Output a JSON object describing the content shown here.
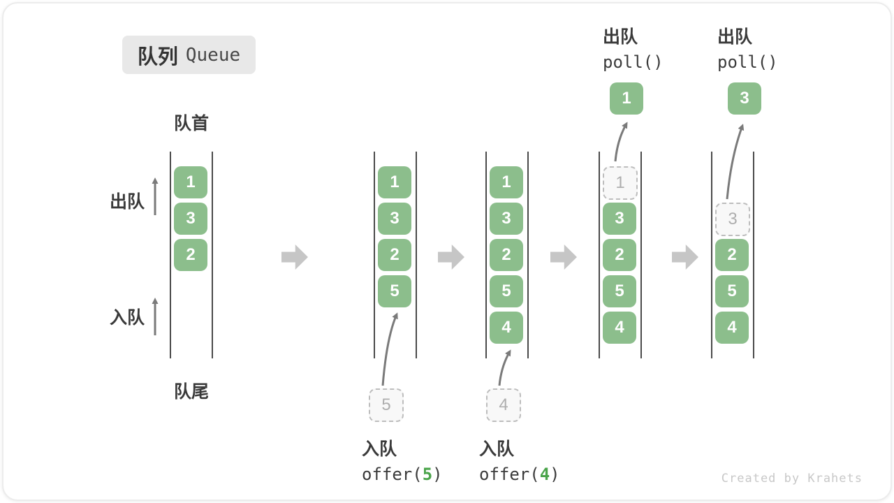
{
  "title": {
    "zh": "队列",
    "en": "Queue"
  },
  "side_labels": {
    "front": "队首",
    "rear": "队尾",
    "dequeue": "出队",
    "enqueue": "入队"
  },
  "dequeue_ops": [
    {
      "zh": "出队",
      "code": "poll()",
      "result": "1"
    },
    {
      "zh": "出队",
      "code": "poll()",
      "result": "3"
    }
  ],
  "enqueue_ops": [
    {
      "zh": "入队",
      "fn": "offer(",
      "arg": "5",
      "close": ")"
    },
    {
      "zh": "入队",
      "fn": "offer(",
      "arg": "4",
      "close": ")"
    }
  ],
  "states": [
    {
      "cells": [
        {
          "slot": 0,
          "value": "1",
          "variant": "solid"
        },
        {
          "slot": 1,
          "value": "3",
          "variant": "solid"
        },
        {
          "slot": 2,
          "value": "2",
          "variant": "solid"
        }
      ]
    },
    {
      "cells": [
        {
          "slot": 0,
          "value": "1",
          "variant": "solid"
        },
        {
          "slot": 1,
          "value": "3",
          "variant": "solid"
        },
        {
          "slot": 2,
          "value": "2",
          "variant": "solid"
        },
        {
          "slot": 3,
          "value": "5",
          "variant": "solid"
        }
      ],
      "pending": "5"
    },
    {
      "cells": [
        {
          "slot": 0,
          "value": "1",
          "variant": "solid"
        },
        {
          "slot": 1,
          "value": "3",
          "variant": "solid"
        },
        {
          "slot": 2,
          "value": "2",
          "variant": "solid"
        },
        {
          "slot": 3,
          "value": "5",
          "variant": "solid"
        },
        {
          "slot": 4,
          "value": "4",
          "variant": "solid"
        }
      ],
      "pending": "4"
    },
    {
      "cells": [
        {
          "slot": 0,
          "value": "1",
          "variant": "dashed"
        },
        {
          "slot": 1,
          "value": "3",
          "variant": "solid"
        },
        {
          "slot": 2,
          "value": "2",
          "variant": "solid"
        },
        {
          "slot": 3,
          "value": "5",
          "variant": "solid"
        },
        {
          "slot": 4,
          "value": "4",
          "variant": "solid"
        }
      ],
      "popped": "1"
    },
    {
      "cells": [
        {
          "slot": 1,
          "value": "3",
          "variant": "dashed"
        },
        {
          "slot": 2,
          "value": "2",
          "variant": "solid"
        },
        {
          "slot": 3,
          "value": "5",
          "variant": "solid"
        },
        {
          "slot": 4,
          "value": "4",
          "variant": "solid"
        }
      ],
      "popped": "3"
    }
  ],
  "watermark": "Created by Krahets",
  "colors": {
    "cell_green": "#8cbe8c",
    "cell_text": "#ffffff",
    "code_green": "#4aa44a",
    "dashed_border": "#bdbdbd",
    "dashed_text": "#aeaeae",
    "block_arrow_gray": "#c6c6c6",
    "connector_gray": "#7a7a7a",
    "line_dark": "#4a4a4a",
    "label_dark": "#3a3a3a",
    "title_bg": "#e8e8e8",
    "watermark_gray": "#c8c8c8"
  }
}
